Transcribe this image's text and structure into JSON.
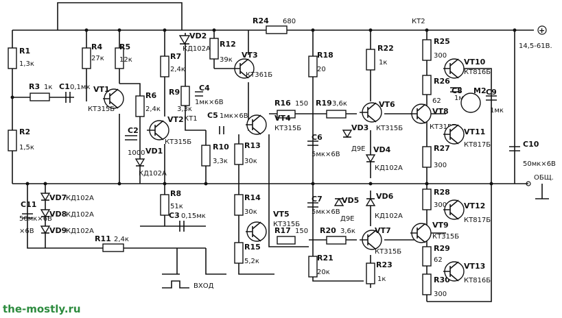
{
  "watermark": "the-mostly.ru",
  "power_terminal": "+",
  "supply_label": "14,5-61B.",
  "ground_label": "ОБЩ.",
  "input_label": "ВХОД",
  "checkpoints": [
    "КТ1",
    "КТ2"
  ],
  "resistors": [
    {
      "ref": "R1",
      "value": "1,3к"
    },
    {
      "ref": "R2",
      "value": "1,5к"
    },
    {
      "ref": "R3",
      "value": "1к"
    },
    {
      "ref": "R4",
      "value": "27к"
    },
    {
      "ref": "R5",
      "value": "12к"
    },
    {
      "ref": "R6",
      "value": "2,4к"
    },
    {
      "ref": "R7",
      "value": "2,4к"
    },
    {
      "ref": "R8",
      "value": "51к"
    },
    {
      "ref": "R9",
      "value": "3,3к"
    },
    {
      "ref": "R10",
      "value": "3,3к"
    },
    {
      "ref": "R11",
      "value": "2,4к"
    },
    {
      "ref": "R12",
      "value": "39к"
    },
    {
      "ref": "R13",
      "value": "30к"
    },
    {
      "ref": "R14",
      "value": "30к"
    },
    {
      "ref": "R15",
      "value": "5,2к"
    },
    {
      "ref": "R16",
      "value": "150"
    },
    {
      "ref": "R17",
      "value": "150"
    },
    {
      "ref": "R18",
      "value": "20"
    },
    {
      "ref": "R19",
      "value": "3,6к"
    },
    {
      "ref": "R20",
      "value": "3,6к"
    },
    {
      "ref": "R21",
      "value": "20к"
    },
    {
      "ref": "R22",
      "value": "1к"
    },
    {
      "ref": "R23",
      "value": "1к"
    },
    {
      "ref": "R24",
      "value": "680"
    },
    {
      "ref": "R25",
      "value": "300"
    },
    {
      "ref": "R26",
      "value": "62"
    },
    {
      "ref": "R27",
      "value": "300"
    },
    {
      "ref": "R28",
      "value": "300"
    },
    {
      "ref": "R29",
      "value": "62"
    },
    {
      "ref": "R30",
      "value": "300"
    }
  ],
  "capacitors": [
    {
      "ref": "C1",
      "value": "0,1мк"
    },
    {
      "ref": "C2",
      "value": "1000"
    },
    {
      "ref": "C3",
      "value": "0,15мк"
    },
    {
      "ref": "C4",
      "value": "1мк×6В"
    },
    {
      "ref": "C5",
      "value": "1мк×6В"
    },
    {
      "ref": "C6",
      "value": "5мк×6В"
    },
    {
      "ref": "C7",
      "value": "5мк×6В"
    },
    {
      "ref": "C8",
      "value": "1мк"
    },
    {
      "ref": "C9",
      "value": "1мк"
    },
    {
      "ref": "C10",
      "value": "50мк×6В"
    },
    {
      "ref": "C11",
      "value": "50мк×6В"
    }
  ],
  "transistors": [
    {
      "ref": "VT1",
      "type": "КТ315Б"
    },
    {
      "ref": "VT2",
      "type": "КТ315Б"
    },
    {
      "ref": "VT3",
      "type": "КТ361Б"
    },
    {
      "ref": "VT4",
      "type": "КТ315Б"
    },
    {
      "ref": "VT5",
      "type": "КТ315Б"
    },
    {
      "ref": "VT6",
      "type": "КТ315Б"
    },
    {
      "ref": "VT7",
      "type": "КТ315Б"
    },
    {
      "ref": "VT8",
      "type": "КТ315Б"
    },
    {
      "ref": "VT9",
      "type": "КТ315Б"
    },
    {
      "ref": "VT10",
      "type": "КТ816Б"
    },
    {
      "ref": "VT11",
      "type": "КТ817Б"
    },
    {
      "ref": "VT12",
      "type": "КТ817Б"
    },
    {
      "ref": "VT13",
      "type": "КТ816Б"
    }
  ],
  "diodes": [
    {
      "ref": "VD1",
      "type": "КД102А"
    },
    {
      "ref": "VD2",
      "type": "КД102А"
    },
    {
      "ref": "VD3",
      "type": "Д9Е"
    },
    {
      "ref": "VD4",
      "type": "КД102А"
    },
    {
      "ref": "VD5",
      "type": "Д9Е"
    },
    {
      "ref": "VD6",
      "type": "КД102А"
    },
    {
      "ref": "VD7",
      "type": "КД102А"
    },
    {
      "ref": "VD8",
      "type": "КД102А"
    },
    {
      "ref": "VD9",
      "type": "КД102А"
    }
  ],
  "motor": {
    "ref": "M2"
  }
}
